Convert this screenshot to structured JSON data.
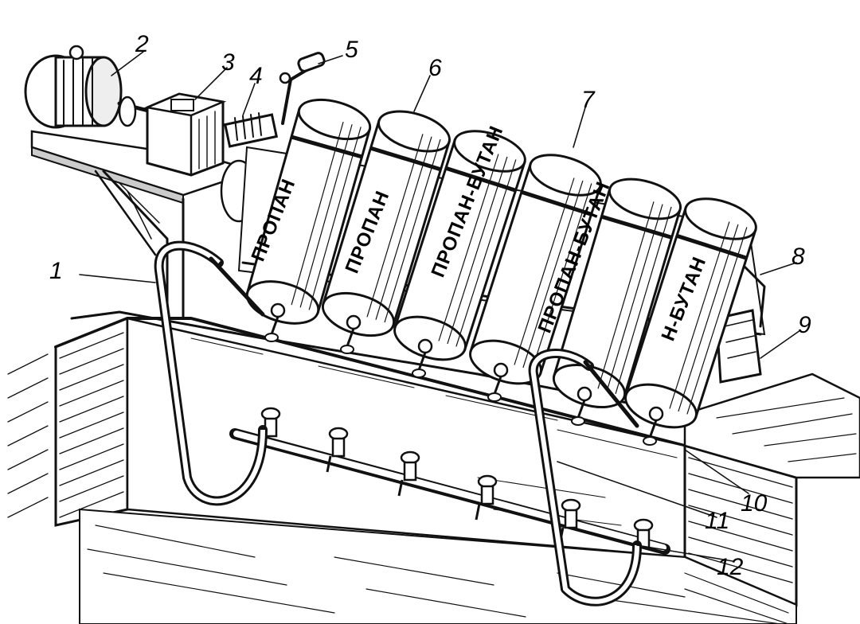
{
  "diagram": {
    "callouts": [
      {
        "id": "c1",
        "label": "1"
      },
      {
        "id": "c2",
        "label": "2"
      },
      {
        "id": "c3",
        "label": "3"
      },
      {
        "id": "c4",
        "label": "4"
      },
      {
        "id": "c5",
        "label": "5"
      },
      {
        "id": "c6",
        "label": "6"
      },
      {
        "id": "c7",
        "label": "7"
      },
      {
        "id": "c8",
        "label": "8"
      },
      {
        "id": "c9",
        "label": "9"
      },
      {
        "id": "c10",
        "label": "10"
      },
      {
        "id": "c11",
        "label": "11"
      },
      {
        "id": "c12",
        "label": "12"
      }
    ],
    "cylinder_labels": [
      "ПРОПАН",
      "ПРОПАН",
      "ПРОПАН-БУТАН",
      "ПРОПАН-БУТАН",
      "Н-БУТАН"
    ]
  }
}
